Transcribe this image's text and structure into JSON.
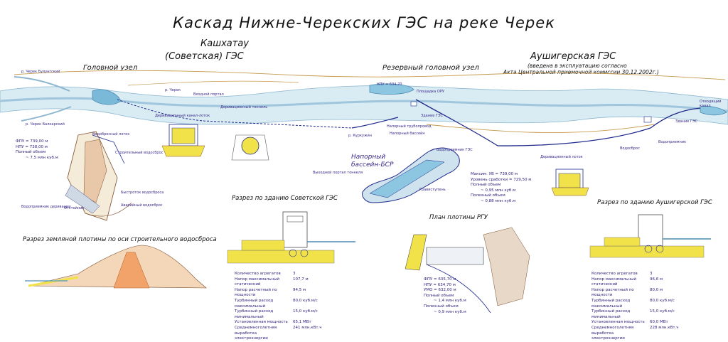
{
  "title": "Каскад Нижне-Черекских ГЭС на реке Черек",
  "sections": {
    "kashkhatau_title": "Кашхатау",
    "kashkhatau_subtitle": "(Советская) ГЭС",
    "aushiger_title": "Аушигерская ГЭС",
    "aushiger_note_1": "(введена в эксплуатацию согласно",
    "aushiger_note_2": "Акта Центральной приемочной комиссии 30.12.2002г.)",
    "head_node": "Головной узел",
    "reserve_head_node": "Резервный головной узел",
    "basin_label_1": "Напорный",
    "basin_label_2": "бассейн-БСР",
    "section_sovet": "Разрез по зданию Советской ГЭС",
    "section_rgu": "План плотины РГУ",
    "section_aushiger": "Разрез по зданию Аушигерской ГЭС",
    "section_dam": "Разрез земляной плотины по оси строительного водосброса"
  },
  "head_node_params": {
    "fpu": "ФПУ = 739,00 м",
    "npu": "НПУ = 738,00 м",
    "volume_label": "Полный объем",
    "volume": "~ 7,5 млн куб.м"
  },
  "basin_params": {
    "max_uv": "Максим. УВ = 739,00 м",
    "sraboty": "Уровень сработки = 729,50 м",
    "full_vol_label": "Полный объем",
    "full_vol": "~ 0,95 млн куб.м",
    "useful_vol_label": "Полезный объем",
    "useful_vol": "~ 0,88 млн куб.м"
  },
  "rgu_params": {
    "fpu": "ФПУ = 635,70 м",
    "npu": "НПУ = 634,70 м",
    "umo": "УМО = 632,00 м",
    "full_vol_label": "Полный объем",
    "full_vol": "~ 1,4 млн куб.м",
    "useful_vol_label": "Полезный объем",
    "useful_vol": "~ 0,9 млн куб.м"
  },
  "sovet_table": [
    {
      "k": "Количество агрегатов",
      "v": "3"
    },
    {
      "k": "Напор максимальный статический",
      "v": "107,7 м"
    },
    {
      "k": "Напор расчетный по мощности",
      "v": "94,5 м"
    },
    {
      "k": "Турбинный расход максимальный",
      "v": "80,0 куб.м/с"
    },
    {
      "k": "Турбинный расход минимальный",
      "v": "15,0 куб.м/с"
    },
    {
      "k": "Установленная мощность",
      "v": "65,1 МВт"
    },
    {
      "k": "Среднемноголетняя выработка",
      "v": "241 млн.кВт.ч"
    },
    {
      "k": "электроэнергии",
      "v": ""
    }
  ],
  "aushiger_table": [
    {
      "k": "Количество агрегатов",
      "v": "3"
    },
    {
      "k": "Напор максимальный статический",
      "v": "96,6 м"
    },
    {
      "k": "Напор расчетный по мощности",
      "v": "80,0 м"
    },
    {
      "k": "Турбинный расход максимальный",
      "v": "80,0 куб.м/с"
    },
    {
      "k": "Турбинный расход минимальный",
      "v": "15,0 куб.м/с"
    },
    {
      "k": "Установленная мощность",
      "v": "60,0 МВт"
    },
    {
      "k": "Среднемноголетняя выработка",
      "v": "228 млн.кВт.ч"
    },
    {
      "k": "электроэнергии",
      "v": ""
    }
  ],
  "map_labels": {
    "r_cherek_bulunginsky": "р. Черек Булунгский",
    "r_cherek_balkarsky": "р. Черек Балкарский",
    "r_cherek": "р. Черек",
    "r_kurkuzhin": "р. Куркужин",
    "npu_634": "НПУ = 634,70",
    "vhodnoy_portal": "Входной портал",
    "derivation_channel": "Деривационный канал-лоток",
    "derivation_tunnel": "Деривационный тоннель",
    "napornyi_basin": "Напорный бассейн",
    "napornyi_truboprovod": "Напорный трубопровод",
    "zdanie_ges": "Здание ГЭС",
    "ploshchadka_oru": "Площадка ОРУ",
    "derivation_lotok": "Деривационный лоток",
    "vodosbros": "Водосброс",
    "vodopriemnik": "Водоприемник",
    "aushiger_zdanie": "Здание ГЭС",
    "otvodyashchiy_kanal": "Отводящий канал",
    "vodobros_stroitelnogo_tipa": "Водобросный лоток",
    "bystrotok": "Быстроток водосброса",
    "stroitelny_vodosbros": "Строительный водосброс",
    "avariyny_vodosbros": "Аварийный водосброс",
    "vodopriemnik_derivatsii": "Водоприемник деривации",
    "otstoynik": "Отстойник",
    "gravestupen": "Гравиступень",
    "vyhodnoy_portal": "Выходной портал тоннеля",
    "vodopriemnik_bsr": "Водоприемник ГЭС"
  },
  "colors": {
    "river": "#a9cfe3",
    "river_edge": "#6ea3c2",
    "tunnel": "#1f2a8c",
    "road": "#c69a4c",
    "yellow": "#f2e24a",
    "dam": "#f1a36a",
    "purple_text": "#3a2a8a"
  }
}
